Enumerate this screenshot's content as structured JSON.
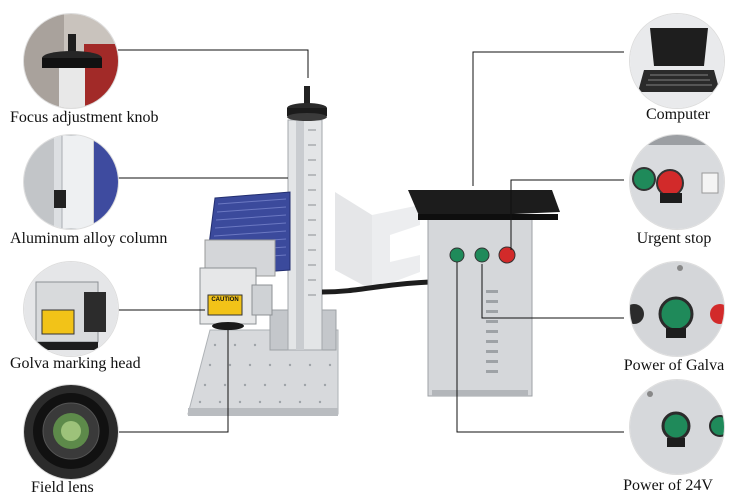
{
  "callouts": {
    "focus_knob": "Focus adjustment knob",
    "column": "Aluminum alloy column",
    "marking_head": "Golva marking head",
    "field_lens": "Field lens",
    "computer": "Computer",
    "urgent_stop": "Urgent stop",
    "power_galva": "Power of Galva",
    "power_24v": "Power of 24V"
  },
  "machine": {
    "caution_label": "CAUTION"
  },
  "colors": {
    "leader_line": "#111111",
    "laser_body": "#3b4a9c",
    "frame_grey": "#c9ccd0",
    "button_green": "#1f8a5a",
    "button_red": "#d22a2a",
    "caution_yellow": "#f2c318"
  }
}
